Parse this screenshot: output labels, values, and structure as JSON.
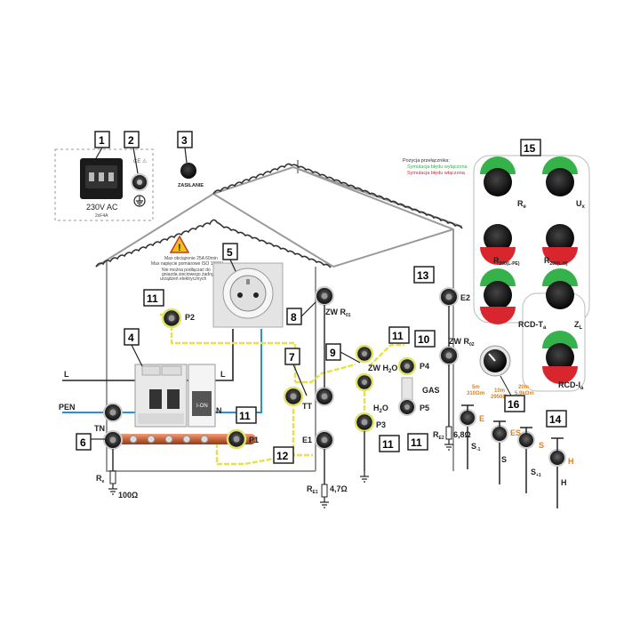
{
  "colors": {
    "line_black": "#222222",
    "line_blue": "#2b8fd6",
    "line_yellow": "#e8e04a",
    "pipe_copper": "#c8643c",
    "green": "#35b34a",
    "red": "#d8262f",
    "orange": "#d9822b",
    "house_outline": "#999999"
  },
  "tags": {
    "t1": "1",
    "t2": "2",
    "t3": "3",
    "t4": "4",
    "t5": "5",
    "t6": "6",
    "t7": "7",
    "t8": "8",
    "t9": "9",
    "t10": "10",
    "t11": "11",
    "t12": "12",
    "t13": "13",
    "t14": "14",
    "t15": "15",
    "t16": "16"
  },
  "power_box": {
    "voltage": "230V AC",
    "fuse": "2xF4A",
    "ce_mark": "CE ⚠"
  },
  "zasilanie": "ZASILANIE",
  "warning": {
    "line1": "Max obciążenie 25A 60min",
    "line2": "Max napięcie pomiarowe ISO 1000V",
    "line3": "Nie można podłączać do",
    "line4": "gniazda sieciowego żadnych",
    "line5": "urządzeń elektrycznych"
  },
  "switch_info": {
    "title": "Pozycja przełącznika:",
    "green_text": "Symulacja błędu wyłączona",
    "red_text": "Symulacja błędu włączona"
  },
  "labels": {
    "L": "L",
    "PEN": "PEN",
    "N": "N",
    "TN": "TN",
    "P1": "P1",
    "P2": "P2",
    "P3": "P3",
    "P4": "P4",
    "P5": "P5",
    "TT": "TT",
    "E1": "E1",
    "E2": "E2",
    "ZW_R01": "ZW R",
    "ZW_R01_sub": "01",
    "ZW_H2O": "ZW H",
    "ZW_H2O_sub": "2",
    "ZW_H2O_end": "O",
    "ZW_R02": "ZW R",
    "ZW_R02_sub": "02",
    "H2O": "H",
    "H2O_sub": "2",
    "H2O_end": "O",
    "GAS": "GAS",
    "Re": "R",
    "Re_sub": "e",
    "Re_val": "100Ω",
    "RE1": "R",
    "RE1_sub": "E1",
    "RE1_val": "4,7Ω",
    "RE2": "R",
    "RE2_sub": "E2",
    "RE2_val": "6,8Ω",
    "E": "E",
    "ES": "ES",
    "S": "S",
    "H": "H",
    "S_1": "S",
    "S_1_sub": "-1",
    "S_plain": "S",
    "S_plus1": "S",
    "S_plus1_sub": "+1",
    "H_plain": "H",
    "d5m": "5m",
    "d310": "310Ωm",
    "d10m": "10m",
    "d2950": "2950Ωm",
    "d20m": "20m",
    "d5_9k": "5,9kΩm"
  },
  "panel15": {
    "btn_Re": "R",
    "btn_Re_sub": "e",
    "btn_Ux": "U",
    "btn_Ux_sub": "x",
    "btn_R200PE": "R",
    "btn_R200PE_sub": "200(L-PE)",
    "btn_R200LN": "R",
    "btn_R200LN_sub": "200(L-N)",
    "btn_RCD_T": "RCD-T",
    "btn_RCD_T_sub": "a",
    "btn_ZL": "Z",
    "btn_ZL_sub": "L",
    "btn_RCD_I": "RCD-I",
    "btn_RCD_I_sub": "a"
  },
  "breaker_text": "I-ON"
}
